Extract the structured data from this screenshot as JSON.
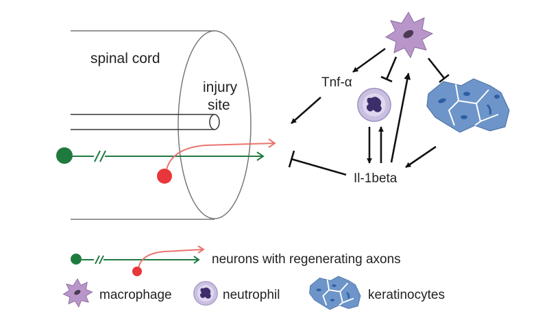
{
  "labels": {
    "spinal_cord": "spinal cord",
    "injury_line1": "injury",
    "injury_line2": "site",
    "tnf": "Tnf-α",
    "il1": "Il-1beta"
  },
  "legend": {
    "neurons": "neurons with regenerating axons",
    "macrophage": "macrophage",
    "neutrophil": "neutrophil",
    "keratinocytes": "keratinocytes"
  },
  "colors": {
    "neuron_green": "#1f7a3f",
    "neuron_red": "#e8373a",
    "axon_red": "#e9736f",
    "macrophage": "#b996c9",
    "macrophage_nucleus": "#4a3a52",
    "neutrophil": "#c9bfe0",
    "neutrophil_nucleus": "#3d2d6b",
    "keratinocyte": "#6d95c9",
    "keratinocyte_nucleus": "#2f5ea3",
    "outline": "#555555"
  },
  "icons": [
    "macrophage-icon",
    "neutrophil-icon",
    "keratinocyte-icon"
  ]
}
